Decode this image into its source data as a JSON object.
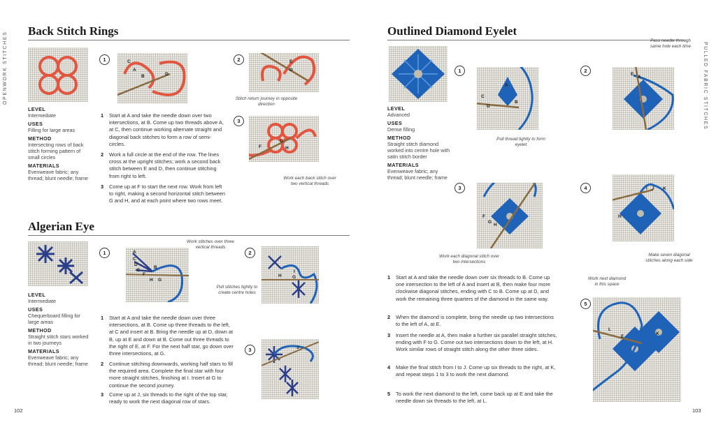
{
  "left_page": {
    "side_label": "OPENWORK STITCHES",
    "page_number": "102",
    "back_stitch_rings": {
      "title": "Back Stitch Rings",
      "meta": [
        {
          "heading": "LEVEL",
          "text": "Intermediate"
        },
        {
          "heading": "USES",
          "text": "Filling for large areas"
        },
        {
          "heading": "METHOD",
          "text": "Intersecting rows of back stitch forming pattern of small circles"
        },
        {
          "heading": "MATERIALS",
          "text": "Evenweave fabric; any thread; blunt needle; frame"
        }
      ],
      "steps": [
        {
          "n": "1",
          "text": "Start at A and take the needle down over two intersections, at B. Come up two threads above A, at C, then continue working alternate straight and diagonal back stitches to form a row of semi-circles."
        },
        {
          "n": "2",
          "text": "Work a full circle at the end of the row. The lines cross at the upright stitches; work a second back stitch between E and D, then continue stitching from right to left."
        },
        {
          "n": "3",
          "text": "Come up at F to start the next row. Work from left to right, making a second horizontal stitch between G and H, and at each point where two rows meet."
        }
      ],
      "figure_numbers": [
        "1",
        "2",
        "3"
      ],
      "captions": [
        "Stitch return journey in opposite direction",
        "Work each back stitch over two vertical threads"
      ],
      "point_labels": {
        "fig1": [
          "C",
          "A",
          "B",
          "D"
        ],
        "fig2": [
          "E",
          "D"
        ],
        "fig3": [
          "F",
          "G",
          "H"
        ]
      }
    },
    "algerian_eye": {
      "title": "Algerian Eye",
      "meta": [
        {
          "heading": "LEVEL",
          "text": "Intermediate"
        },
        {
          "heading": "USES",
          "text": "Chequerboard filling for large areas"
        },
        {
          "heading": "METHOD",
          "text": "Straight stitch stars worked in two journeys"
        },
        {
          "heading": "MATERIALS",
          "text": "Evenweave fabric; any thread; blunt needle; frame"
        }
      ],
      "steps": [
        {
          "n": "1",
          "text": "Start at A and take the needle down over three intersections, at B. Come up three threads to the left, at C and insert at B. Bring the needle up at D, down at B, up at E and down at B. Come out three threads to the right of E, at F. For the next half star, go down over three intersections, at G."
        },
        {
          "n": "2",
          "text": "Continue stitching downwards, working half stars to fill the required area. Complete the final star with four more straight stitches, finishing at I. Insert at G to continue the second journey."
        },
        {
          "n": "3",
          "text": "Come up at J, six threads to the right of the top star, ready to work the next diagonal row of stars."
        }
      ],
      "figure_numbers": [
        "1",
        "2",
        "3"
      ],
      "captions": [
        "Work stitches over three vertical threads",
        "Pull stitches tightly to create centre holes"
      ],
      "point_labels": {
        "fig1": [
          "A",
          "B",
          "C",
          "D",
          "E",
          "F",
          "H",
          "G"
        ],
        "fig2": [
          "I",
          "H",
          "G"
        ],
        "fig3": [
          "J"
        ]
      }
    }
  },
  "right_page": {
    "side_label": "PULLED FABRIC STITCHES",
    "page_number": "103",
    "outlined_diamond_eyelet": {
      "title": "Outlined Diamond Eyelet",
      "meta": [
        {
          "heading": "LEVEL",
          "text": "Advanced"
        },
        {
          "heading": "USES",
          "text": "Dense filling"
        },
        {
          "heading": "METHOD",
          "text": "Straight stitch diamond worked into centre hole with satin stitch border"
        },
        {
          "heading": "MATERIALS",
          "text": "Evenweave fabric; any thread; blunt needle; frame"
        }
      ],
      "steps": [
        {
          "n": "1",
          "text": "Start at A and take the needle down over six threads to B. Come up one intersection to the left of A and insert at B, then make four more clockwise diagonal stitches, ending with C to B. Come up at D, and work the remaining three quarters of the diamond in the same way."
        },
        {
          "n": "2",
          "text": "When the diamond is complete, bring the needle up two intersections to the left of A, at E."
        },
        {
          "n": "3",
          "text": "Insert the needle at A, then make a further six parallel straight stitches, ending with F to G. Come out two intersections down to the left, at H. Work similar rows of straight stitch along the other three sides."
        },
        {
          "n": "4",
          "text": "Make the final stitch from I to J. Come up six threads to the right, at K, and repeat steps 1 to 3 to work the next diamond."
        },
        {
          "n": "5",
          "text": "To work the next diamond to the left, come back up at E and take the needle down six threads to the left, at L."
        }
      ],
      "figure_numbers": [
        "1",
        "2",
        "3",
        "4",
        "5"
      ],
      "captions": [
        "Pass needle through same hole each time",
        "Pull thread tightly to form eyelet",
        "Work each diagonal stitch over two intersections",
        "Make seven diagonal stitches along each side",
        "Work next diamond in this space"
      ],
      "point_labels": {
        "fig1": [
          "A",
          "C",
          "D",
          "B"
        ],
        "fig2": [
          "E",
          "A"
        ],
        "fig3": [
          "F",
          "G",
          "H"
        ],
        "fig4": [
          "I",
          "J",
          "K",
          "H"
        ],
        "fig5": [
          "L",
          "E",
          "K"
        ]
      }
    }
  },
  "colors": {
    "red_thread": "#e2553f",
    "blue_thread": "#1f63b8",
    "navy_thread": "#2b3f88",
    "fabric": "#ecebe6"
  }
}
